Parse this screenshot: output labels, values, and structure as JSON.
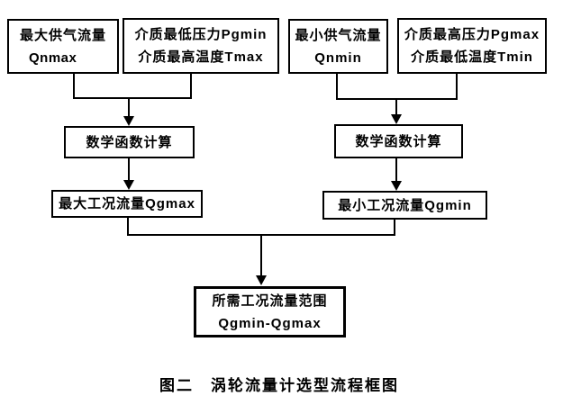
{
  "diagram": {
    "type": "flowchart",
    "caption": "图二　涡轮流量计选型流程框图",
    "colors": {
      "background": "#ffffff",
      "border": "#000000",
      "text": "#000000"
    },
    "nodes": {
      "qnmax": {
        "line1": "最大供气流量",
        "line2": "Qnmax"
      },
      "pgmin_tmax": {
        "line1": "介质最低压力Pgmin",
        "line2": "介质最高温度Tmax"
      },
      "qnmin": {
        "line1": "最小供气流量",
        "line2": "Qnmin"
      },
      "pgmax_tmin": {
        "line1": "介质最高压力Pgmax",
        "line2": "介质最低温度Tmin"
      },
      "calc_left": {
        "label": "数学函数计算"
      },
      "calc_right": {
        "label": "数学函数计算"
      },
      "qgmax": {
        "label": "最大工况流量Qgmax"
      },
      "qgmin": {
        "label": "最小工况流量Qgmin"
      },
      "result": {
        "line1": "所需工况流量范围",
        "line2": "Qgmin-Qgmax"
      }
    },
    "edges": [
      {
        "from": "qnmax",
        "to": "calc_left"
      },
      {
        "from": "pgmin_tmax",
        "to": "calc_left"
      },
      {
        "from": "qnmin",
        "to": "calc_right"
      },
      {
        "from": "pgmax_tmin",
        "to": "calc_right"
      },
      {
        "from": "calc_left",
        "to": "qgmax"
      },
      {
        "from": "calc_right",
        "to": "qgmin"
      },
      {
        "from": "qgmax",
        "to": "result"
      },
      {
        "from": "qgmin",
        "to": "result"
      }
    ]
  }
}
